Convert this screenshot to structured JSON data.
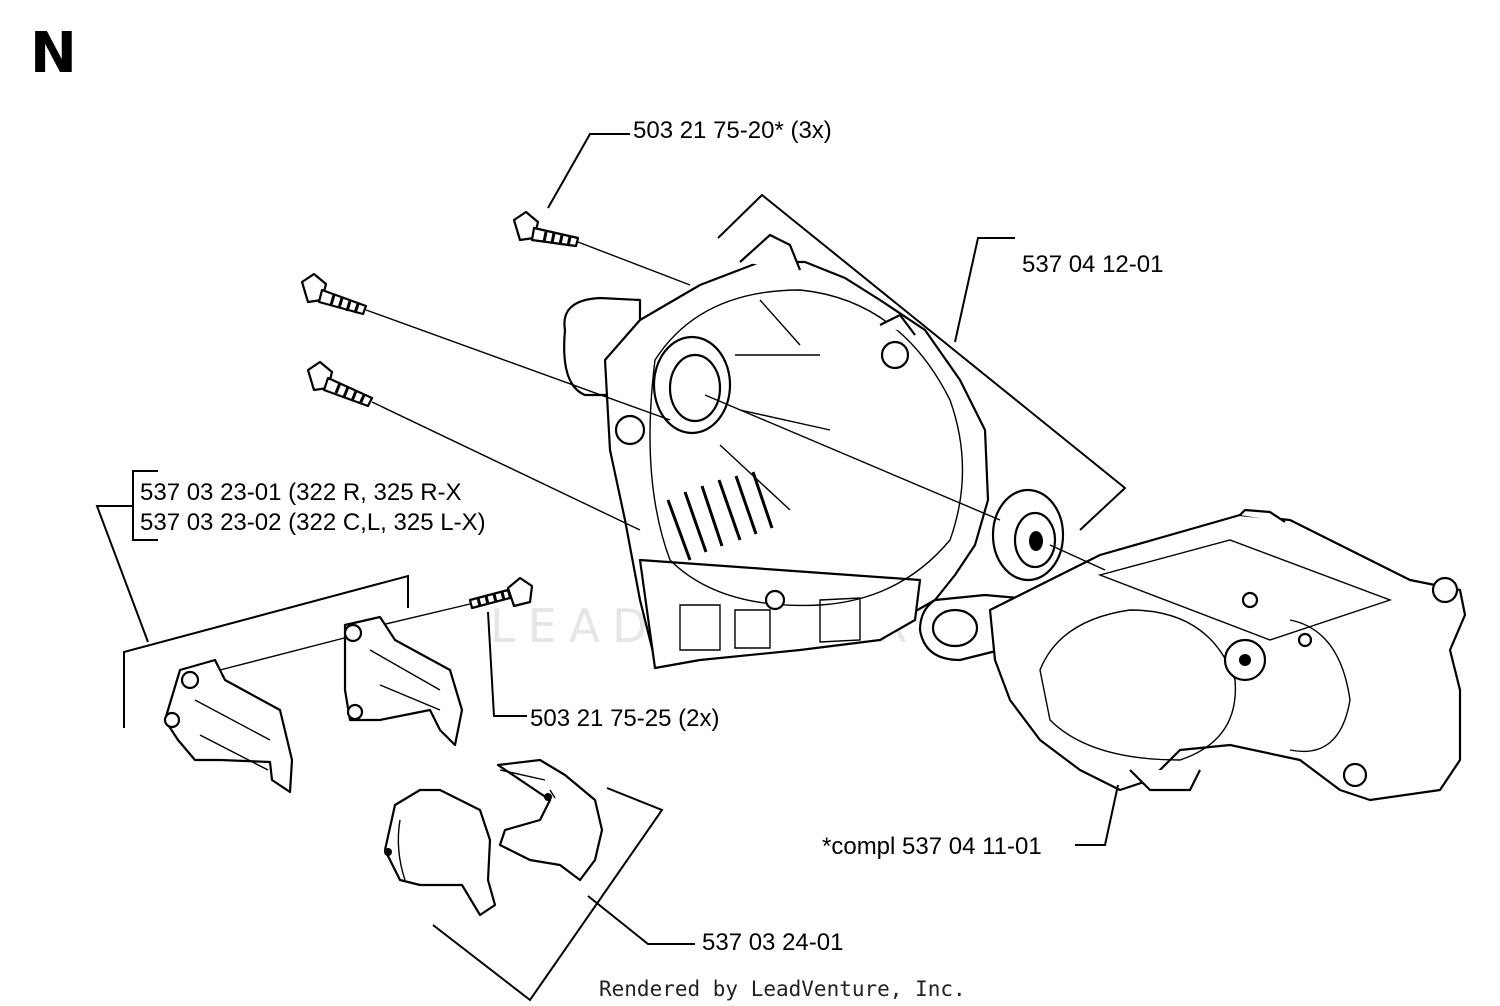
{
  "section_letter": "N",
  "labels": {
    "screw_3x": "503 21 75-20* (3x)",
    "crankcase_half": "537 04 12-01",
    "clamp_r": "537 03 23-01 (322 R, 325 R-X",
    "clamp_c": "537 03 23-02 (322 C,L, 325 L-X)",
    "screw_2x": "503 21 75-25 (2x)",
    "insert": "537 03 24-01",
    "complete": "*compl 537 04 11-01"
  },
  "watermark": "LEADVENTURE",
  "footer": "Rendered by LeadVenture, Inc."
}
